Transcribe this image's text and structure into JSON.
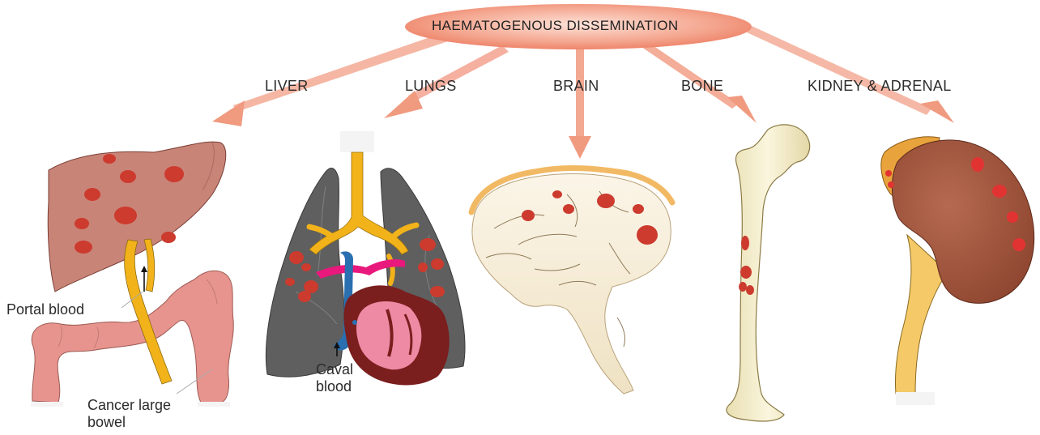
{
  "title": "HAEMATOGENOUS DISSEMINATION",
  "organs": {
    "liver": "LIVER",
    "lungs": "LUNGS",
    "brain": "BRAIN",
    "bone": "BONE",
    "kidney": "KIDNEY & ADRENAL"
  },
  "annotations": {
    "portal_blood": "Portal blood",
    "caval_blood_line1": "Caval",
    "caval_blood_line2": "blood",
    "cancer_line1": "Cancer large",
    "cancer_line2": "bowel"
  },
  "colors": {
    "arrow": "#f0a08a",
    "title_oval": "#f08a70",
    "liver": "#c98478",
    "metastasis": "#cc3b2e",
    "lung": "#5a5a5a",
    "bronchi": "#f2b21a",
    "heart": "#7a1e1e",
    "bowel": "#e7948e",
    "brain": "#f6eedc",
    "bone": "#f3ecc8",
    "kidney": "#a9583f",
    "adrenal": "#f2b245"
  }
}
